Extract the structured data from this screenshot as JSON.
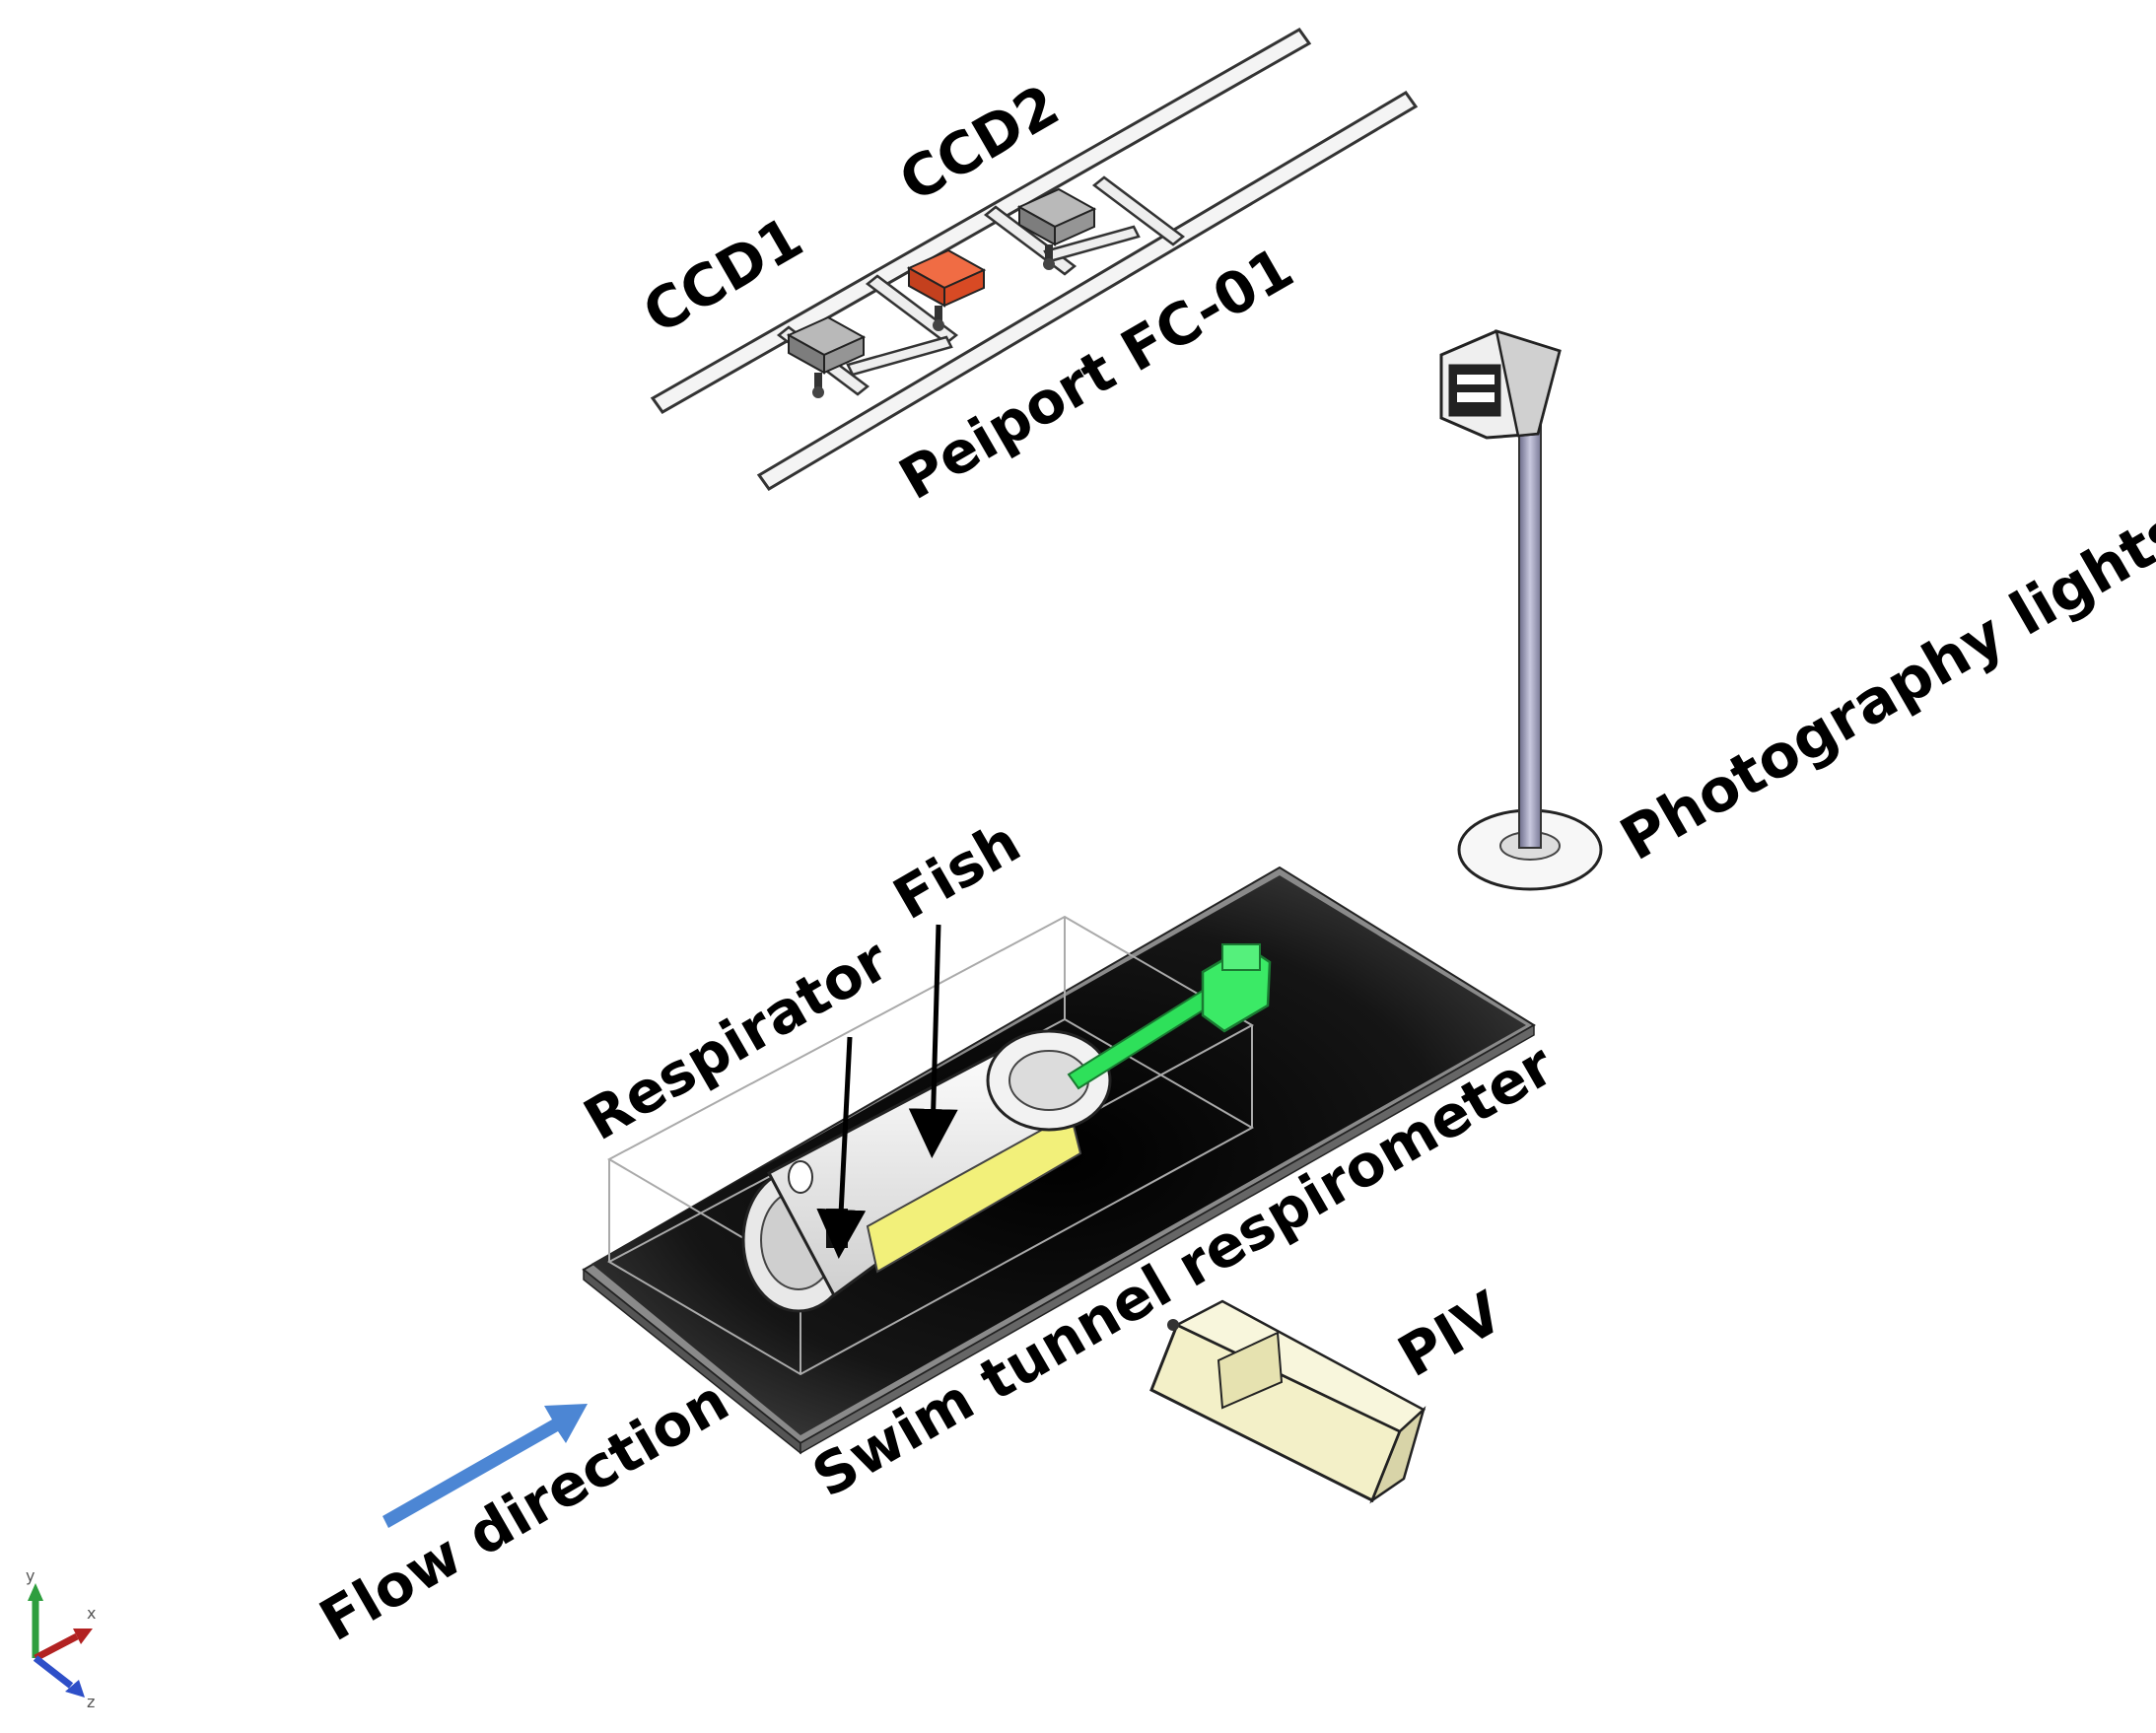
{
  "labels": {
    "ccd1": "CCD1",
    "ccd2": "CCD2",
    "peiport": "Peiport FC-01",
    "photography_lights": "Photography lights",
    "fish": "Fish",
    "respirator": "Respirator",
    "swim_tunnel": "Swim tunnel respirometer",
    "piv": "PIV",
    "flow_direction": "Flow direction"
  },
  "axes": {
    "x": "x",
    "y": "y",
    "z": "z"
  },
  "colors": {
    "ccd2_camera": "#E8522A",
    "camera_grey": "#8A8A8A",
    "motor_green": "#2EE05A",
    "fish_tube_yellow": "#F2F07A",
    "flow_arrow": "#4C86D4",
    "axis_x": "#B22222",
    "axis_y": "#2E9E3E",
    "axis_z": "#2E4FC8",
    "tank_dark": "#111111",
    "piv_body": "#F3F0C8"
  }
}
